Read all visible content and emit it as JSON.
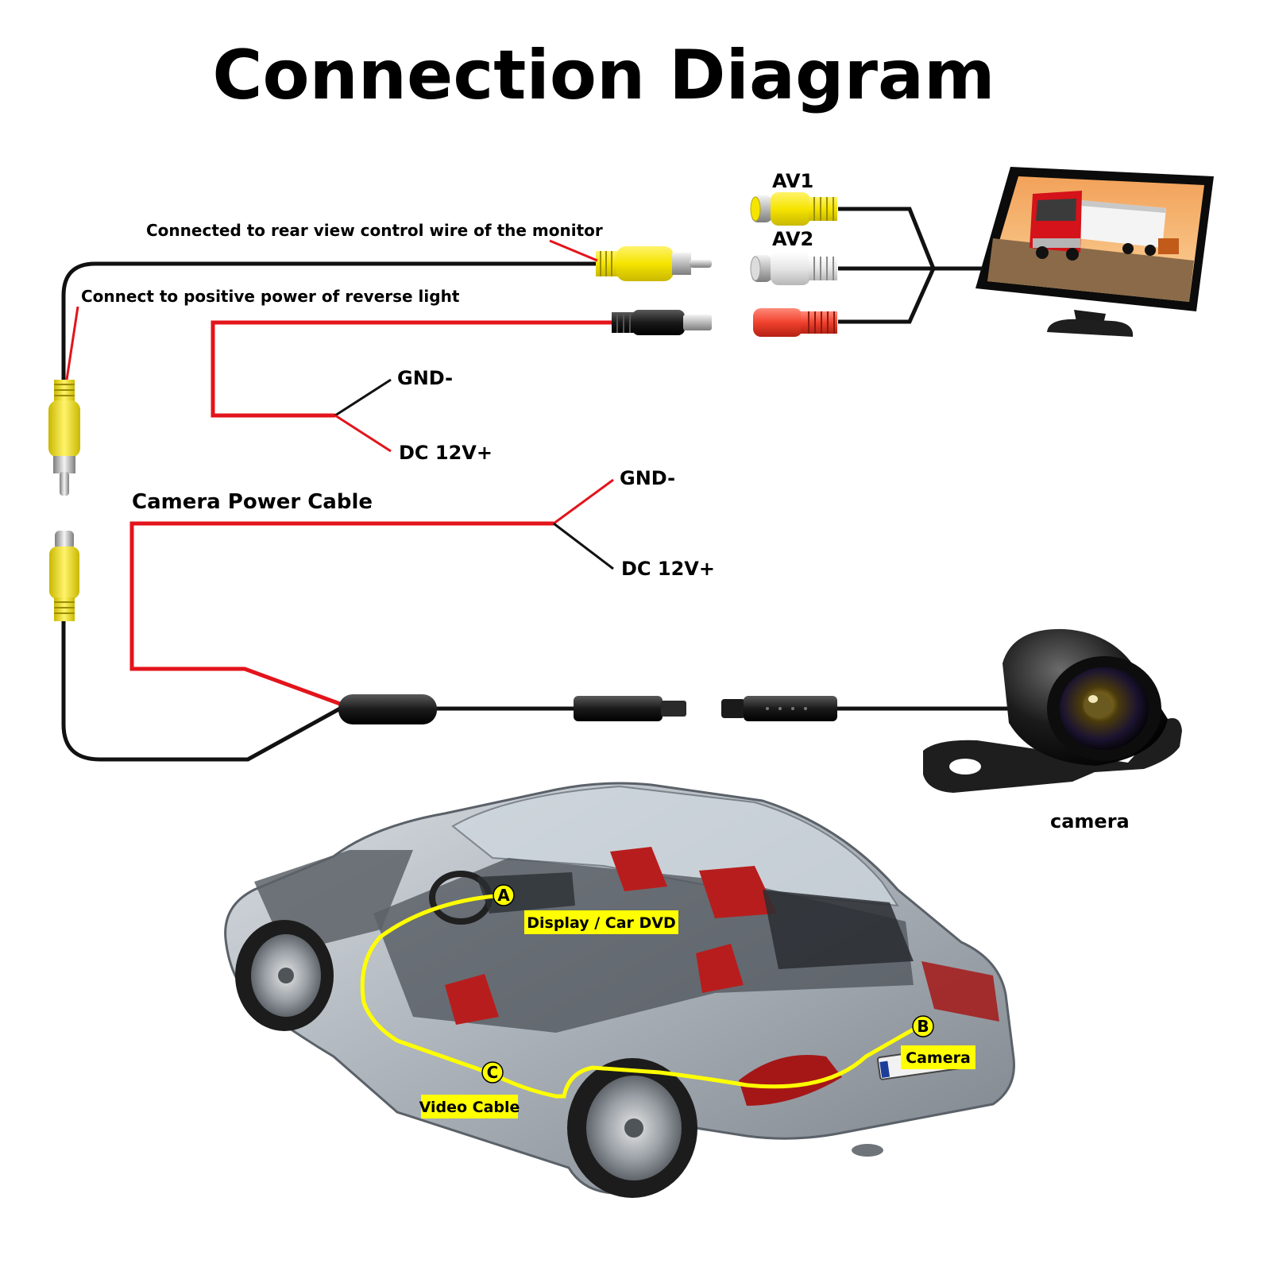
{
  "title": "Connection Diagram",
  "monitor_inputs": {
    "av1": "AV1",
    "av2": "AV2"
  },
  "notes": {
    "rear_view_control": "Connected to rear view control wire of the monitor",
    "reverse_light": "Connect to positive power of reverse light"
  },
  "monitor_power": {
    "gnd": "GND-",
    "dc": "DC 12V+"
  },
  "camera_power": {
    "label": "Camera Power Cable",
    "gnd": "GND-",
    "dc": "DC 12V+"
  },
  "camera_label": "camera",
  "car": {
    "point_a": "A",
    "point_b": "B",
    "point_c": "C",
    "display_label": "Display / Car DVD",
    "camera_label": "Camera",
    "video_cable_label": "Video Cable"
  },
  "colors": {
    "wire_black": "#111111",
    "wire_red": "#e3141b",
    "rca_yellow": "#f5e400",
    "rca_white": "#e4e4e4",
    "dc_red": "#f0422e",
    "route_yellow": "#ffff00"
  }
}
